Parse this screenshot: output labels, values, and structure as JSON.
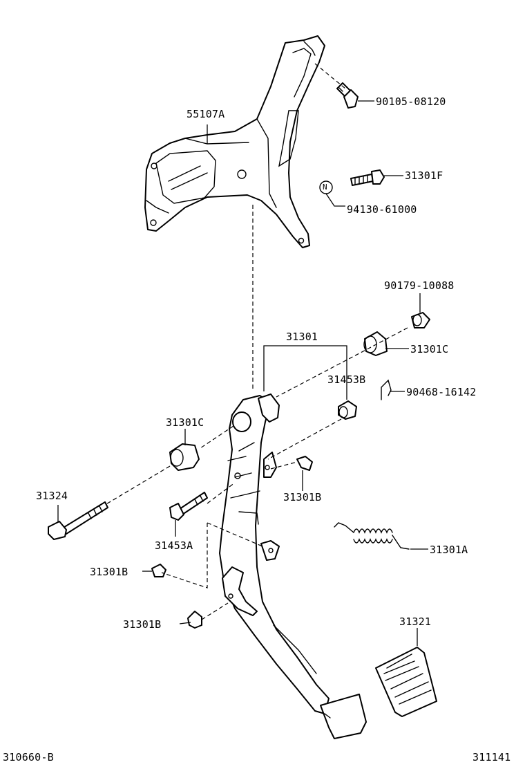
{
  "labels": {
    "bracket": "55107A",
    "bolt_top": "90105-08120",
    "bolt_f": "31301F",
    "n_mark": "N",
    "nut_n": "94130-61000",
    "collar_top": "90179-10088",
    "pedal_assy": "31301",
    "bushing_right": "31301C",
    "bushing_b": "31453B",
    "clip": "90468-16142",
    "bushing_left": "31301C",
    "bolt_pivot": "31324",
    "stopper_b1": "31301B",
    "stopper_a": "31453A",
    "spring": "31301A",
    "stopper_b2": "31301B",
    "stopper_b3": "31301B",
    "pad": "31321"
  },
  "footer": {
    "left_code": "310660-B",
    "right_code": "311141"
  }
}
